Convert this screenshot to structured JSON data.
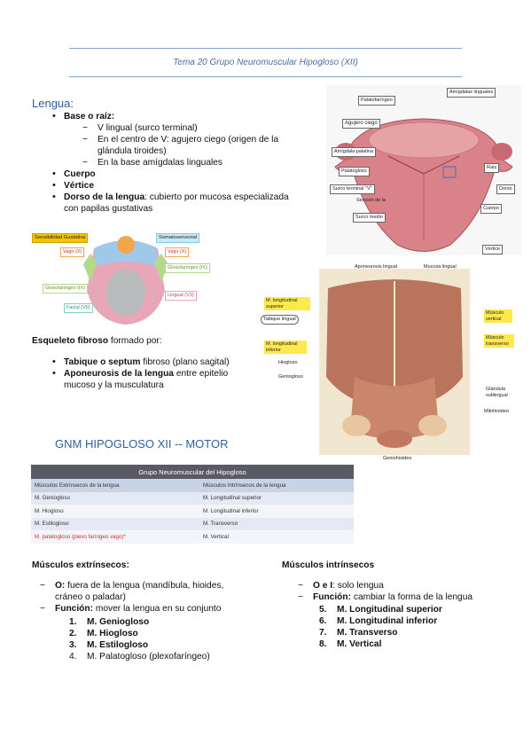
{
  "header": {
    "title": "Tema 20 Grupo Neuromuscular Hipogloso (XII)"
  },
  "lengua": {
    "title": "Lengua:",
    "base": {
      "label": "Base o raíz:",
      "sub": [
        "V lingual (surco terminal)",
        "En el centro de V: agujero ciego (origen de la",
        "glándula tiroides)",
        "En la base amígdalas linguales"
      ]
    },
    "cuerpo": "Cuerpo",
    "vertice": "Vértice",
    "dorso_bold": "Dorso de la lengua",
    "dorso_rest": ": cubierto por mucosa especializada",
    "dorso_rest2": "con papilas gustativas"
  },
  "tongue_figure": {
    "labels": [
      "Palatofaríngeo",
      "Amígdalas linguales",
      "Agujero ciego",
      "Amígdala palatina",
      "Palatogloso",
      "Raíz",
      "Surco terminal \"V\"",
      "Sección de la",
      "Dorso",
      "Surco medio",
      "Cuerpo",
      "Vértice"
    ]
  },
  "taste_figure": {
    "labels": [
      "Sensibilidad Gustativa",
      "Somatosensorial",
      "Vago (X)",
      "Vago (X)",
      "Glosofaríngeo (IX)",
      "Glosofaríngeo (IX)",
      "Lingual (V3)",
      "Facial (VII)"
    ],
    "colors": {
      "gustativa": "#f5c400",
      "somato": "#7fc8e8",
      "vago": "#f2a64a",
      "glosofaringeo": "#b5d98a",
      "lingual": "#e8a7b8",
      "facial": "#7fd3c0"
    }
  },
  "esqueleto": {
    "bold": "Esqueleto fibroso",
    "rest": " formado por:",
    "items": [
      {
        "bold": "Tabique o septum",
        "rest": " fibroso (plano sagital)"
      },
      {
        "bold": "Aponeurosis de la lengua",
        "rest": " entre epitelio"
      }
    ],
    "cont": "mucoso y la musculatura"
  },
  "section_figure": {
    "labels": [
      "Aponeurosis lingual",
      "Mucosa lingual",
      "M. longitudinal superior",
      "Tabique lingual",
      "M. longitudinal inferior",
      "Hiogloso",
      "Geniogloso",
      "Músculo vertical",
      "Músculo transverso",
      "Glándula sublingual",
      "Milohioideo",
      "Geniohioideo"
    ]
  },
  "gnm": {
    "title": "GNM HIPOGLOSO XII -- MOTOR"
  },
  "table": {
    "title": "Grupo Neuromuscular del Hipogloso",
    "headers": [
      "Músculos Extrínsecos de la lengua",
      "Músculos Intrínsecos de la lengua"
    ],
    "rows": [
      [
        "M. Geniogloso",
        "M. Longitudinal superior"
      ],
      [
        "M. Hiogloso",
        "M. Longitudinal inferior"
      ],
      [
        "M. Estilogloso",
        "M. Transverso"
      ],
      [
        "M. palatogloso (plexo faríngeo vago)*",
        "M. Vertical"
      ]
    ]
  },
  "extrinsecos": {
    "title": "Músculos extrínsecos:",
    "o_bold": "O:",
    "o_rest": " fuera de la lengua (mandíbula, hioides,",
    "o_rest2": "cráneo o paladar)",
    "f_bold": "Función:",
    "f_rest": " mover la lengua en su conjunto",
    "list": [
      {
        "n": "1.",
        "t": "M. Geniogloso",
        "bold": true
      },
      {
        "n": "2.",
        "t": "M. Hiogloso",
        "bold": true
      },
      {
        "n": "3.",
        "t": "M. Estilogloso",
        "bold": true
      },
      {
        "n": "4.",
        "t": "M. Palatogloso (plexofaríngeo)",
        "bold": false
      }
    ]
  },
  "intrinsecos": {
    "title": "Músculos intrínsecos",
    "o_bold": "O e I",
    "o_rest": ": solo lengua",
    "f_bold": "Función:",
    "f_rest": " cambiar la forma de la lengua",
    "list": [
      {
        "n": "5.",
        "t": "M. Longitudinal superior"
      },
      {
        "n": "6.",
        "t": "M. Longitudinal inferior"
      },
      {
        "n": "7.",
        "t": "M. Transverso"
      },
      {
        "n": "8.",
        "t": "M. Vertical"
      }
    ]
  }
}
